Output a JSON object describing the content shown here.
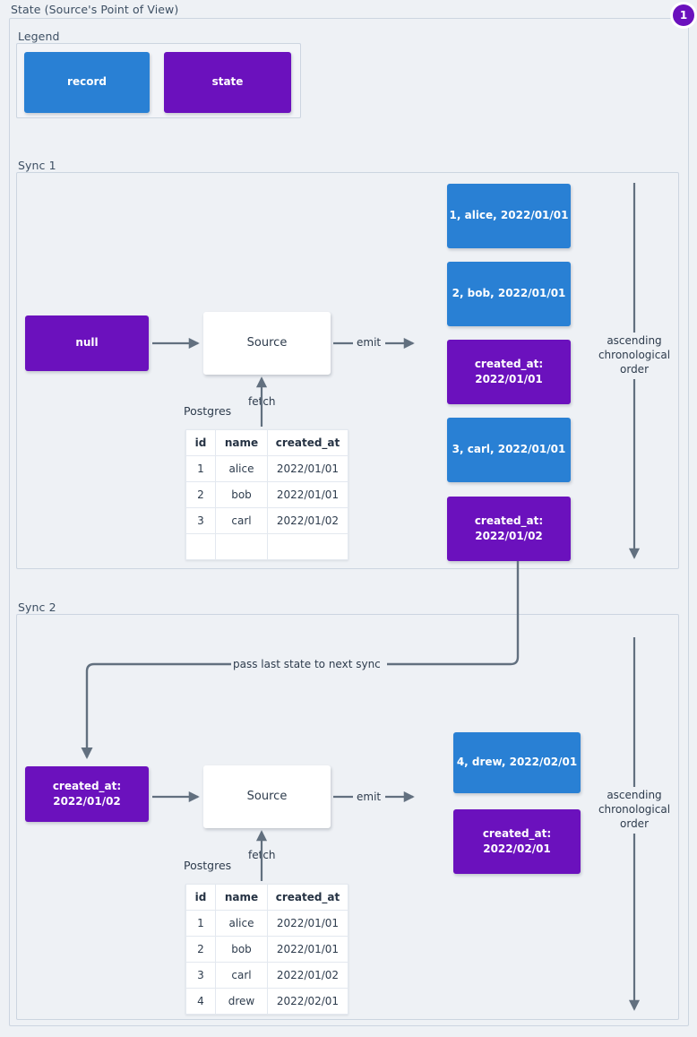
{
  "diagram": {
    "title": "State (Source's Point of View)",
    "badge": "1",
    "colors": {
      "record": "#2980d4",
      "state": "#6b11bd",
      "background": "#eef1f5",
      "border": "#ccd5e0",
      "edge": "#62707f",
      "text": "#2e3c4d"
    }
  },
  "legend": {
    "label": "Legend",
    "items": [
      {
        "label": "record",
        "kind": "record"
      },
      {
        "label": "state",
        "kind": "state"
      }
    ]
  },
  "sync1": {
    "label": "Sync 1",
    "input_state": "null",
    "source": "Source",
    "emit_label": "emit",
    "fetch_label": "fetch",
    "db_label": "Postgres",
    "order_label": "ascending\nchronological\norder",
    "table": {
      "columns": [
        "id",
        "name",
        "created_at"
      ],
      "rows": [
        [
          "1",
          "alice",
          "2022/01/01"
        ],
        [
          "2",
          "bob",
          "2022/01/01"
        ],
        [
          "3",
          "carl",
          "2022/01/02"
        ],
        [
          "",
          "",
          ""
        ]
      ]
    },
    "emitted": [
      {
        "kind": "record",
        "text": "1, alice, 2022/01/01"
      },
      {
        "kind": "record",
        "text": "2, bob, 2022/01/01"
      },
      {
        "kind": "state",
        "line1": "created_at:",
        "line2": "2022/01/01"
      },
      {
        "kind": "record",
        "text": "3, carl, 2022/01/01"
      },
      {
        "kind": "state",
        "line1": "created_at:",
        "line2": "2022/01/02"
      }
    ]
  },
  "sync2": {
    "label": "Sync 2",
    "input_state_line1": "created_at:",
    "input_state_line2": "2022/01/02",
    "source": "Source",
    "emit_label": "emit",
    "fetch_label": "fetch",
    "db_label": "Postgres",
    "order_label": "ascending\nchronological\norder",
    "pass_label": "pass last state to next sync",
    "table": {
      "columns": [
        "id",
        "name",
        "created_at"
      ],
      "rows": [
        [
          "1",
          "alice",
          "2022/01/01"
        ],
        [
          "2",
          "bob",
          "2022/01/01"
        ],
        [
          "3",
          "carl",
          "2022/01/02"
        ],
        [
          "4",
          "drew",
          "2022/02/01"
        ]
      ]
    },
    "emitted": [
      {
        "kind": "record",
        "text": "4, drew, 2022/02/01"
      },
      {
        "kind": "state",
        "line1": "created_at:",
        "line2": "2022/02/01"
      }
    ]
  }
}
